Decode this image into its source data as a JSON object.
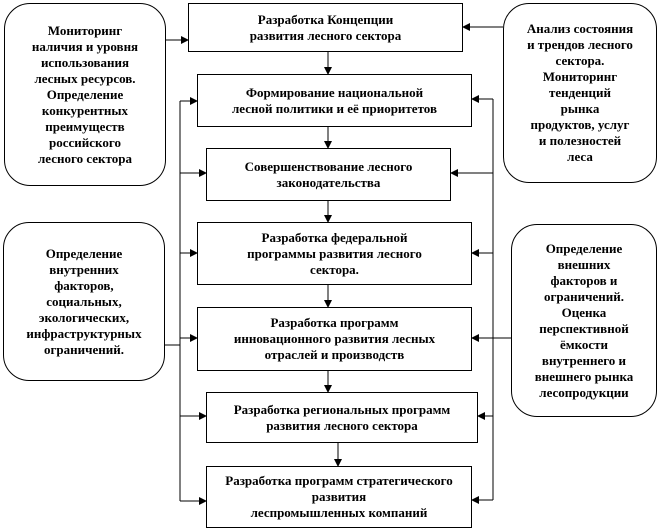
{
  "center_boxes": [
    "Разработка Концепции\nразвития лесного сектора",
    "Формирование национальной\nлесной политики и её приоритетов",
    "Совершенствование лесного\nзаконодательства",
    "Разработка федеральной\nпрограммы развития лесного\nсектора.",
    "Разработка программ\nинновационного развития  лесных\nотраслей и производств",
    "Разработка региональных программ\nразвития лесного сектора",
    "Разработка программ стратегического\nразвития\nлеспромышленных компаний"
  ],
  "side_boxes": {
    "top_left": "Мониторинг\nналичия и уровня\nиспользования\nлесных ресурсов.\nОпределение\nконкурентных\nпреимуществ\nроссийского\nлесного сектора",
    "top_right": "Анализ состояния\nи трендов лесного\nсектора.\nМониторинг\nтенденций\nрынка\nпродуктов, услуг\nи полезностей\nлеса",
    "bottom_left": "Определение\nвнутренних\nфакторов,\nсоциальных,\nэкологических,\nинфраструктурных\nограничений.",
    "bottom_right": "Определение\nвнешних\nфакторов и\nограничений.\nОценка\nперспективной\nёмкости\nвнутреннего и\nвнешнего рынка\nлесопродукции"
  }
}
